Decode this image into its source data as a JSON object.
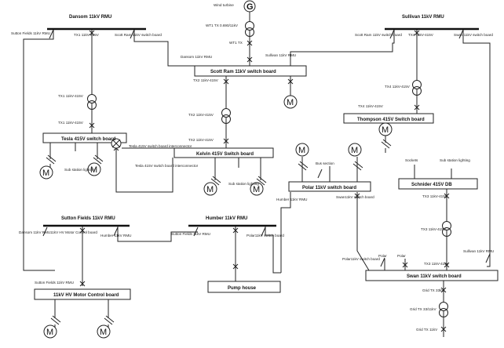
{
  "buses": {
    "dansom": "Dansom 11kV RMU",
    "sullivan": "Sullivan 11kV RMU",
    "sutton_fields": "Sutton Fields 11kV RMU",
    "humber": "Humber 11kV RMU"
  },
  "boards": {
    "scott_ram": "Scott Ram 11kV switch board",
    "tesla": "Tesla 415V switch board",
    "kelvin": "Kelvin 415V Switch board",
    "thompson": "Thompson 415V Switch board",
    "polar": "Polar 11kV switch board",
    "schnider": "Schnider 415V DB",
    "hv_motor": "11kV HV Motor Control board",
    "pump_house": "Pump house",
    "swan": "Swan 11kV switch board"
  },
  "labels": {
    "wind_turbine": "Wind turbine",
    "wt1_tx_0690": "WT1 TX 0.690/11kV",
    "wt1_tx": "WT1 TX",
    "dansom_rmu_sr": "Dansom 11kV RMU",
    "sullivan_rmu_sr": "Sullivan 11kV RMU",
    "sutton_fields_rmu_d": "Sutton Fields 11kV RMU",
    "tx1_top": "TX1 11kV-415V",
    "scott_ram_sb_d": "Scott Ram 11kV switch board",
    "tx1_mid": "TX1 11kV-415V",
    "tx1_low": "TX1 11kV-415V",
    "tx2_top": "TX2 11kV-415V",
    "tx2_mid": "TX2 11kV-415V",
    "tx2_low": "TX2 11kV-415V",
    "scott_ram_sb_s": "Scott Ram 11kV switch board",
    "tx4_top": "TX4 11kV-415V",
    "swan_sb_s": "Swan 11kV switch board",
    "tx4_mid": "TX4 11kV-415V",
    "tx4_low": "TX4 11kV-415V",
    "tesla_interconnector": "Tesla 415V switch board interconnector",
    "tesla_interconnector2": "Tesla 415V switch board interconnector",
    "substation_lighting_1": "Sub station lighting",
    "substation_lighting_2": "Sub station lighting",
    "sockets": "Sockets",
    "substation_lighting_3": "Sub station lighting",
    "bus_section": "Bus section",
    "humber_rmu_p": "Humber 11kV RMU",
    "swan_sb_p": "Swan11kV switch board",
    "tx3_top": "TX3 11kV-415V",
    "tx3_mid": "TX3 11kV-415V",
    "tx3_low": "TX3 11kV-415V",
    "dansom_rmu_sf": "Dansom 11kV RMU",
    "hv_motor_cb": "11kV HV Motor Control board",
    "humber_rmu_sf": "Humber 11kV RMU",
    "sutton_fields_rmu_h": "Sutton Fields 11kV RMU",
    "polar_sb_h": "Polar11kV switch board",
    "sutton_fields_rmu_hv": "Sutton Fields 11kV RMU",
    "polar_sb_sw": "Polar11kV switch board",
    "polar_a": "Polar",
    "polar_b": "Polar",
    "sullivan_rmu_sw": "Sullivan 11kV RMU",
    "grid_tx_top": "Grid TX 33kV",
    "grid_tx_mid": "Grid TX 33/11kV",
    "grid_tx_low": "Grid TX 11kV"
  },
  "symbols": {
    "generator": "G",
    "motor": "M"
  }
}
